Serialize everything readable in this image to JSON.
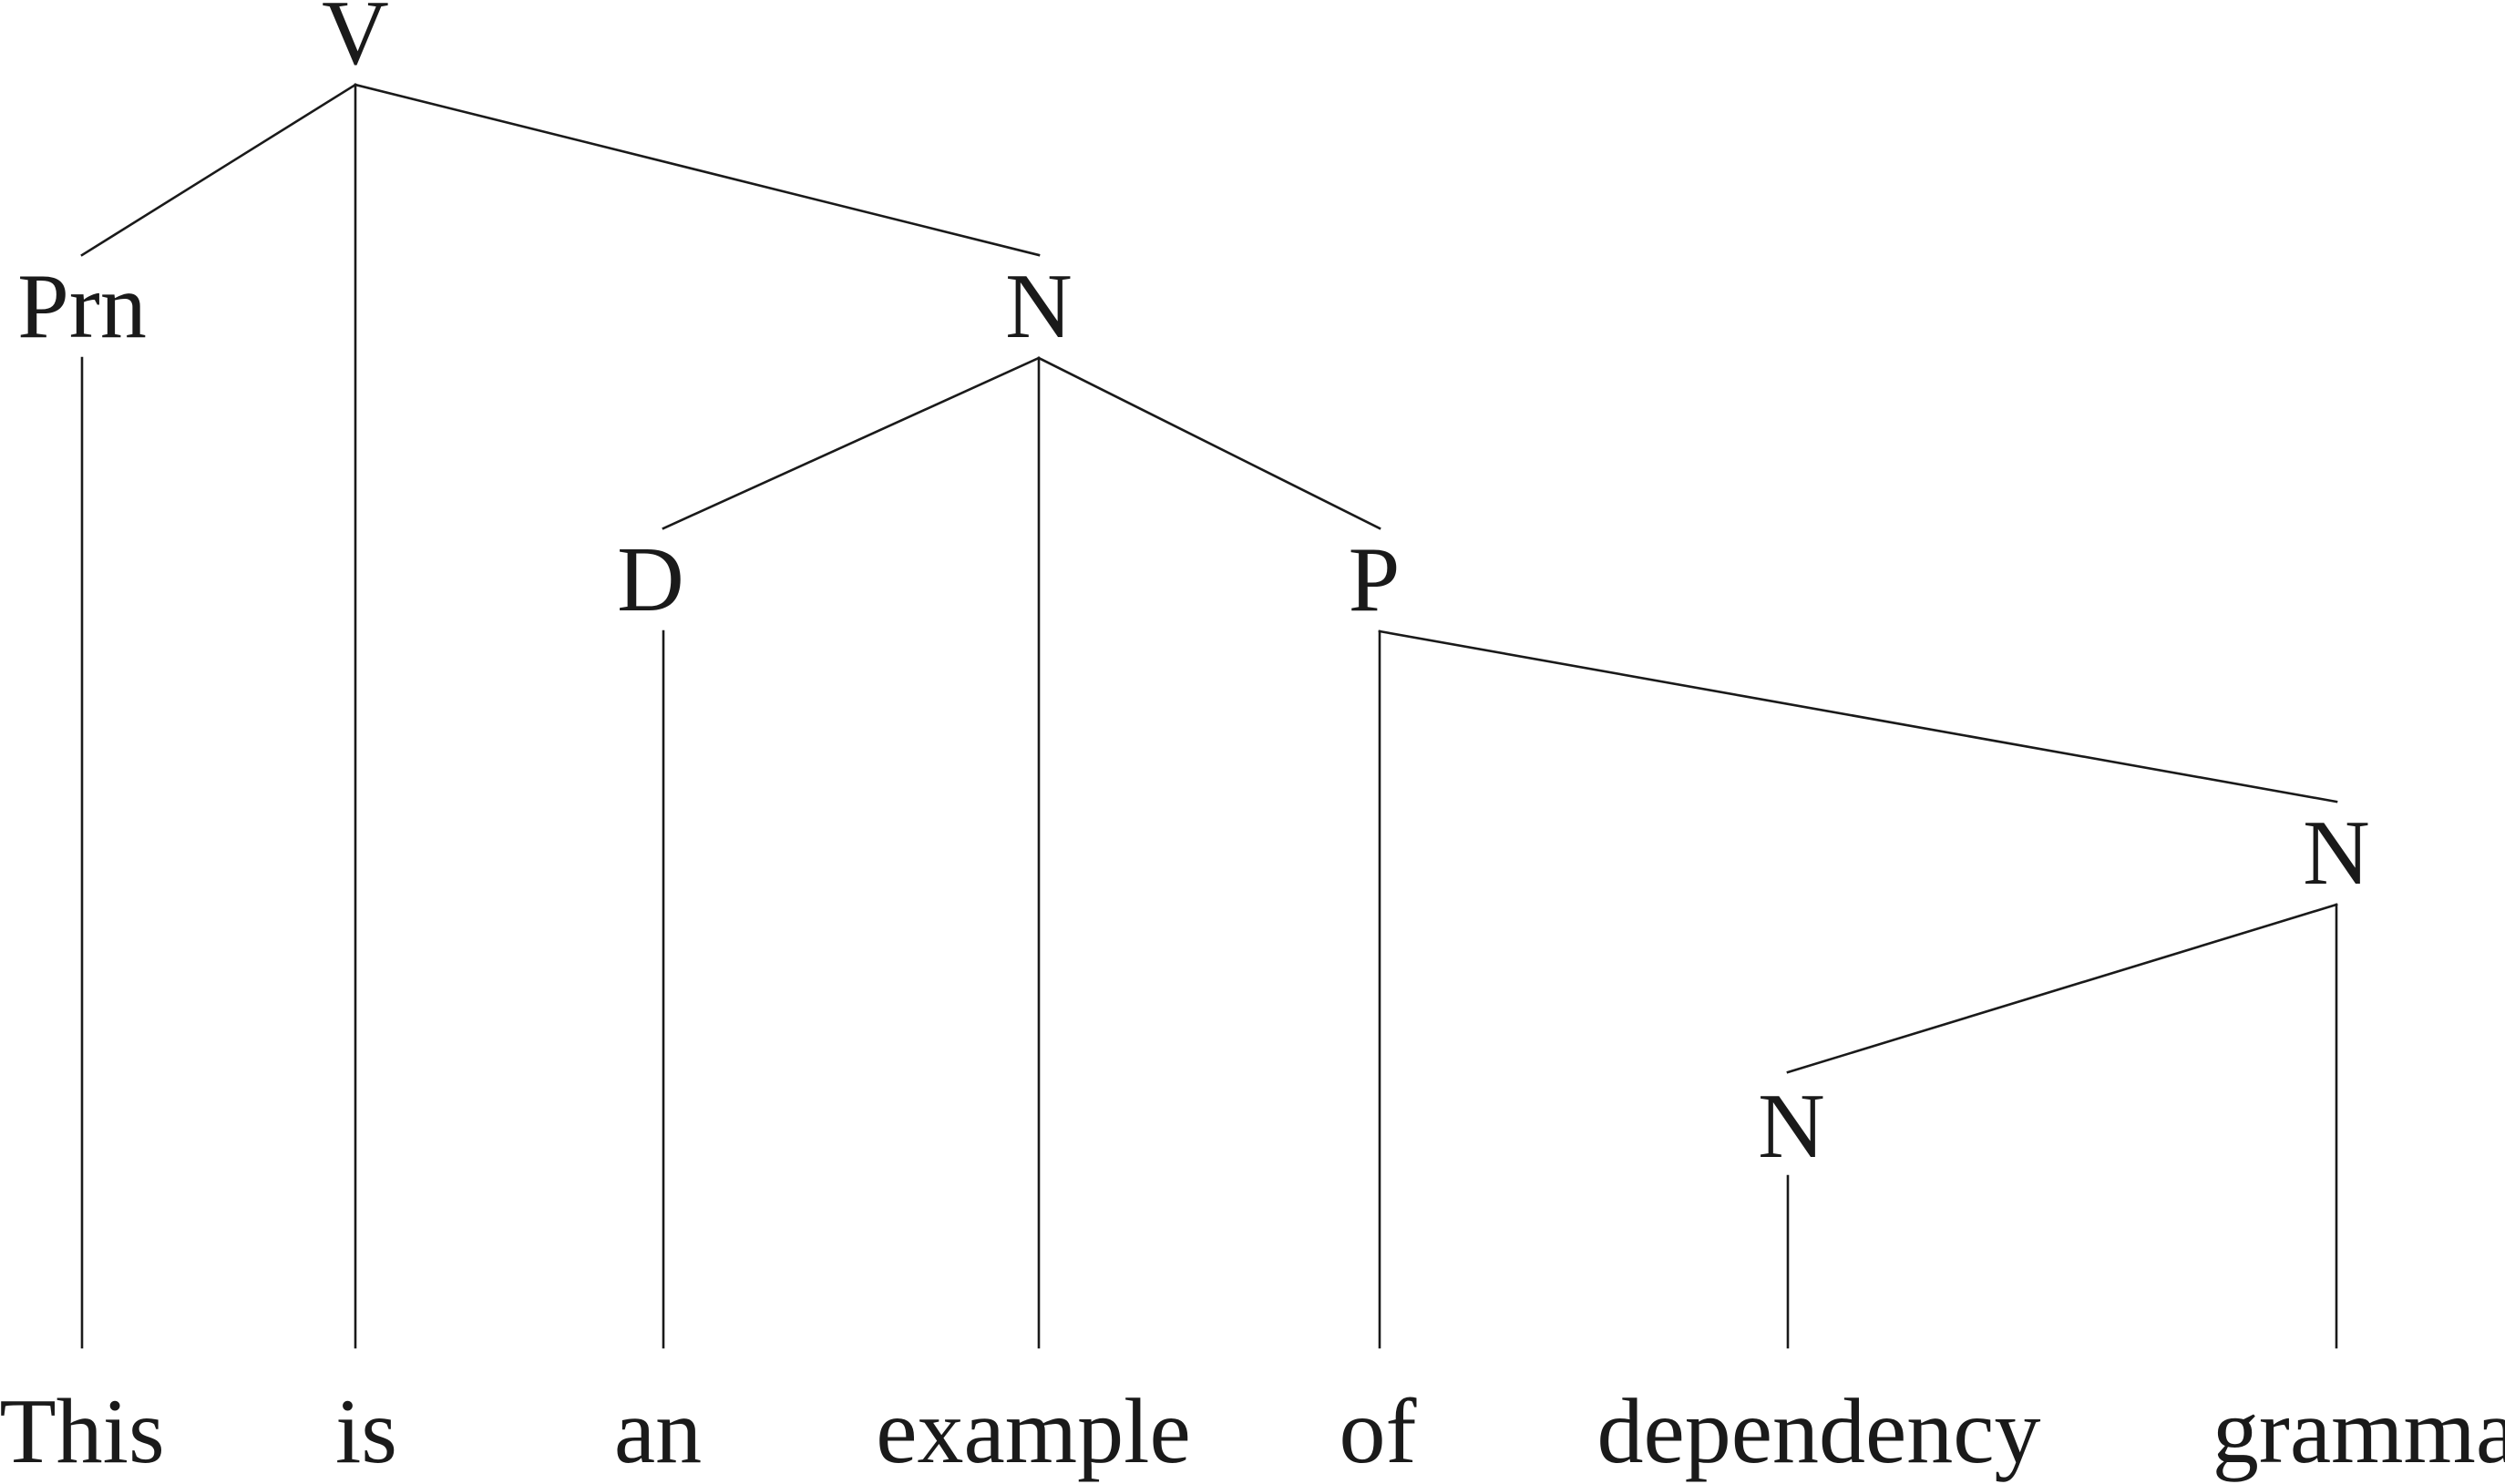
{
  "tree": {
    "nodes": [
      {
        "id": "v",
        "label": "V"
      },
      {
        "id": "prn",
        "label": "Prn"
      },
      {
        "id": "n1",
        "label": "N"
      },
      {
        "id": "d",
        "label": "D"
      },
      {
        "id": "p",
        "label": "P"
      },
      {
        "id": "n2",
        "label": "N"
      },
      {
        "id": "n3",
        "label": "N"
      }
    ],
    "words": [
      {
        "id": "w-this",
        "text": "This"
      },
      {
        "id": "w-is",
        "text": "is"
      },
      {
        "id": "w-an",
        "text": "an"
      },
      {
        "id": "w-example",
        "text": "example"
      },
      {
        "id": "w-of",
        "text": "of"
      },
      {
        "id": "w-dependency",
        "text": "dependency"
      },
      {
        "id": "w-grammar",
        "text": "grammar"
      }
    ],
    "dependencies": [
      {
        "head": "v",
        "dependent": "prn"
      },
      {
        "head": "v",
        "dependent": "n1"
      },
      {
        "head": "n1",
        "dependent": "d"
      },
      {
        "head": "n1",
        "dependent": "p"
      },
      {
        "head": "p",
        "dependent": "n2"
      },
      {
        "head": "n2",
        "dependent": "n3"
      }
    ],
    "projections": [
      {
        "node": "prn",
        "word": "w-this"
      },
      {
        "node": "v",
        "word": "w-is"
      },
      {
        "node": "d",
        "word": "w-an"
      },
      {
        "node": "n1",
        "word": "w-example"
      },
      {
        "node": "p",
        "word": "w-of"
      },
      {
        "node": "n3",
        "word": "w-dependency"
      },
      {
        "node": "n2",
        "word": "w-grammar"
      }
    ]
  }
}
